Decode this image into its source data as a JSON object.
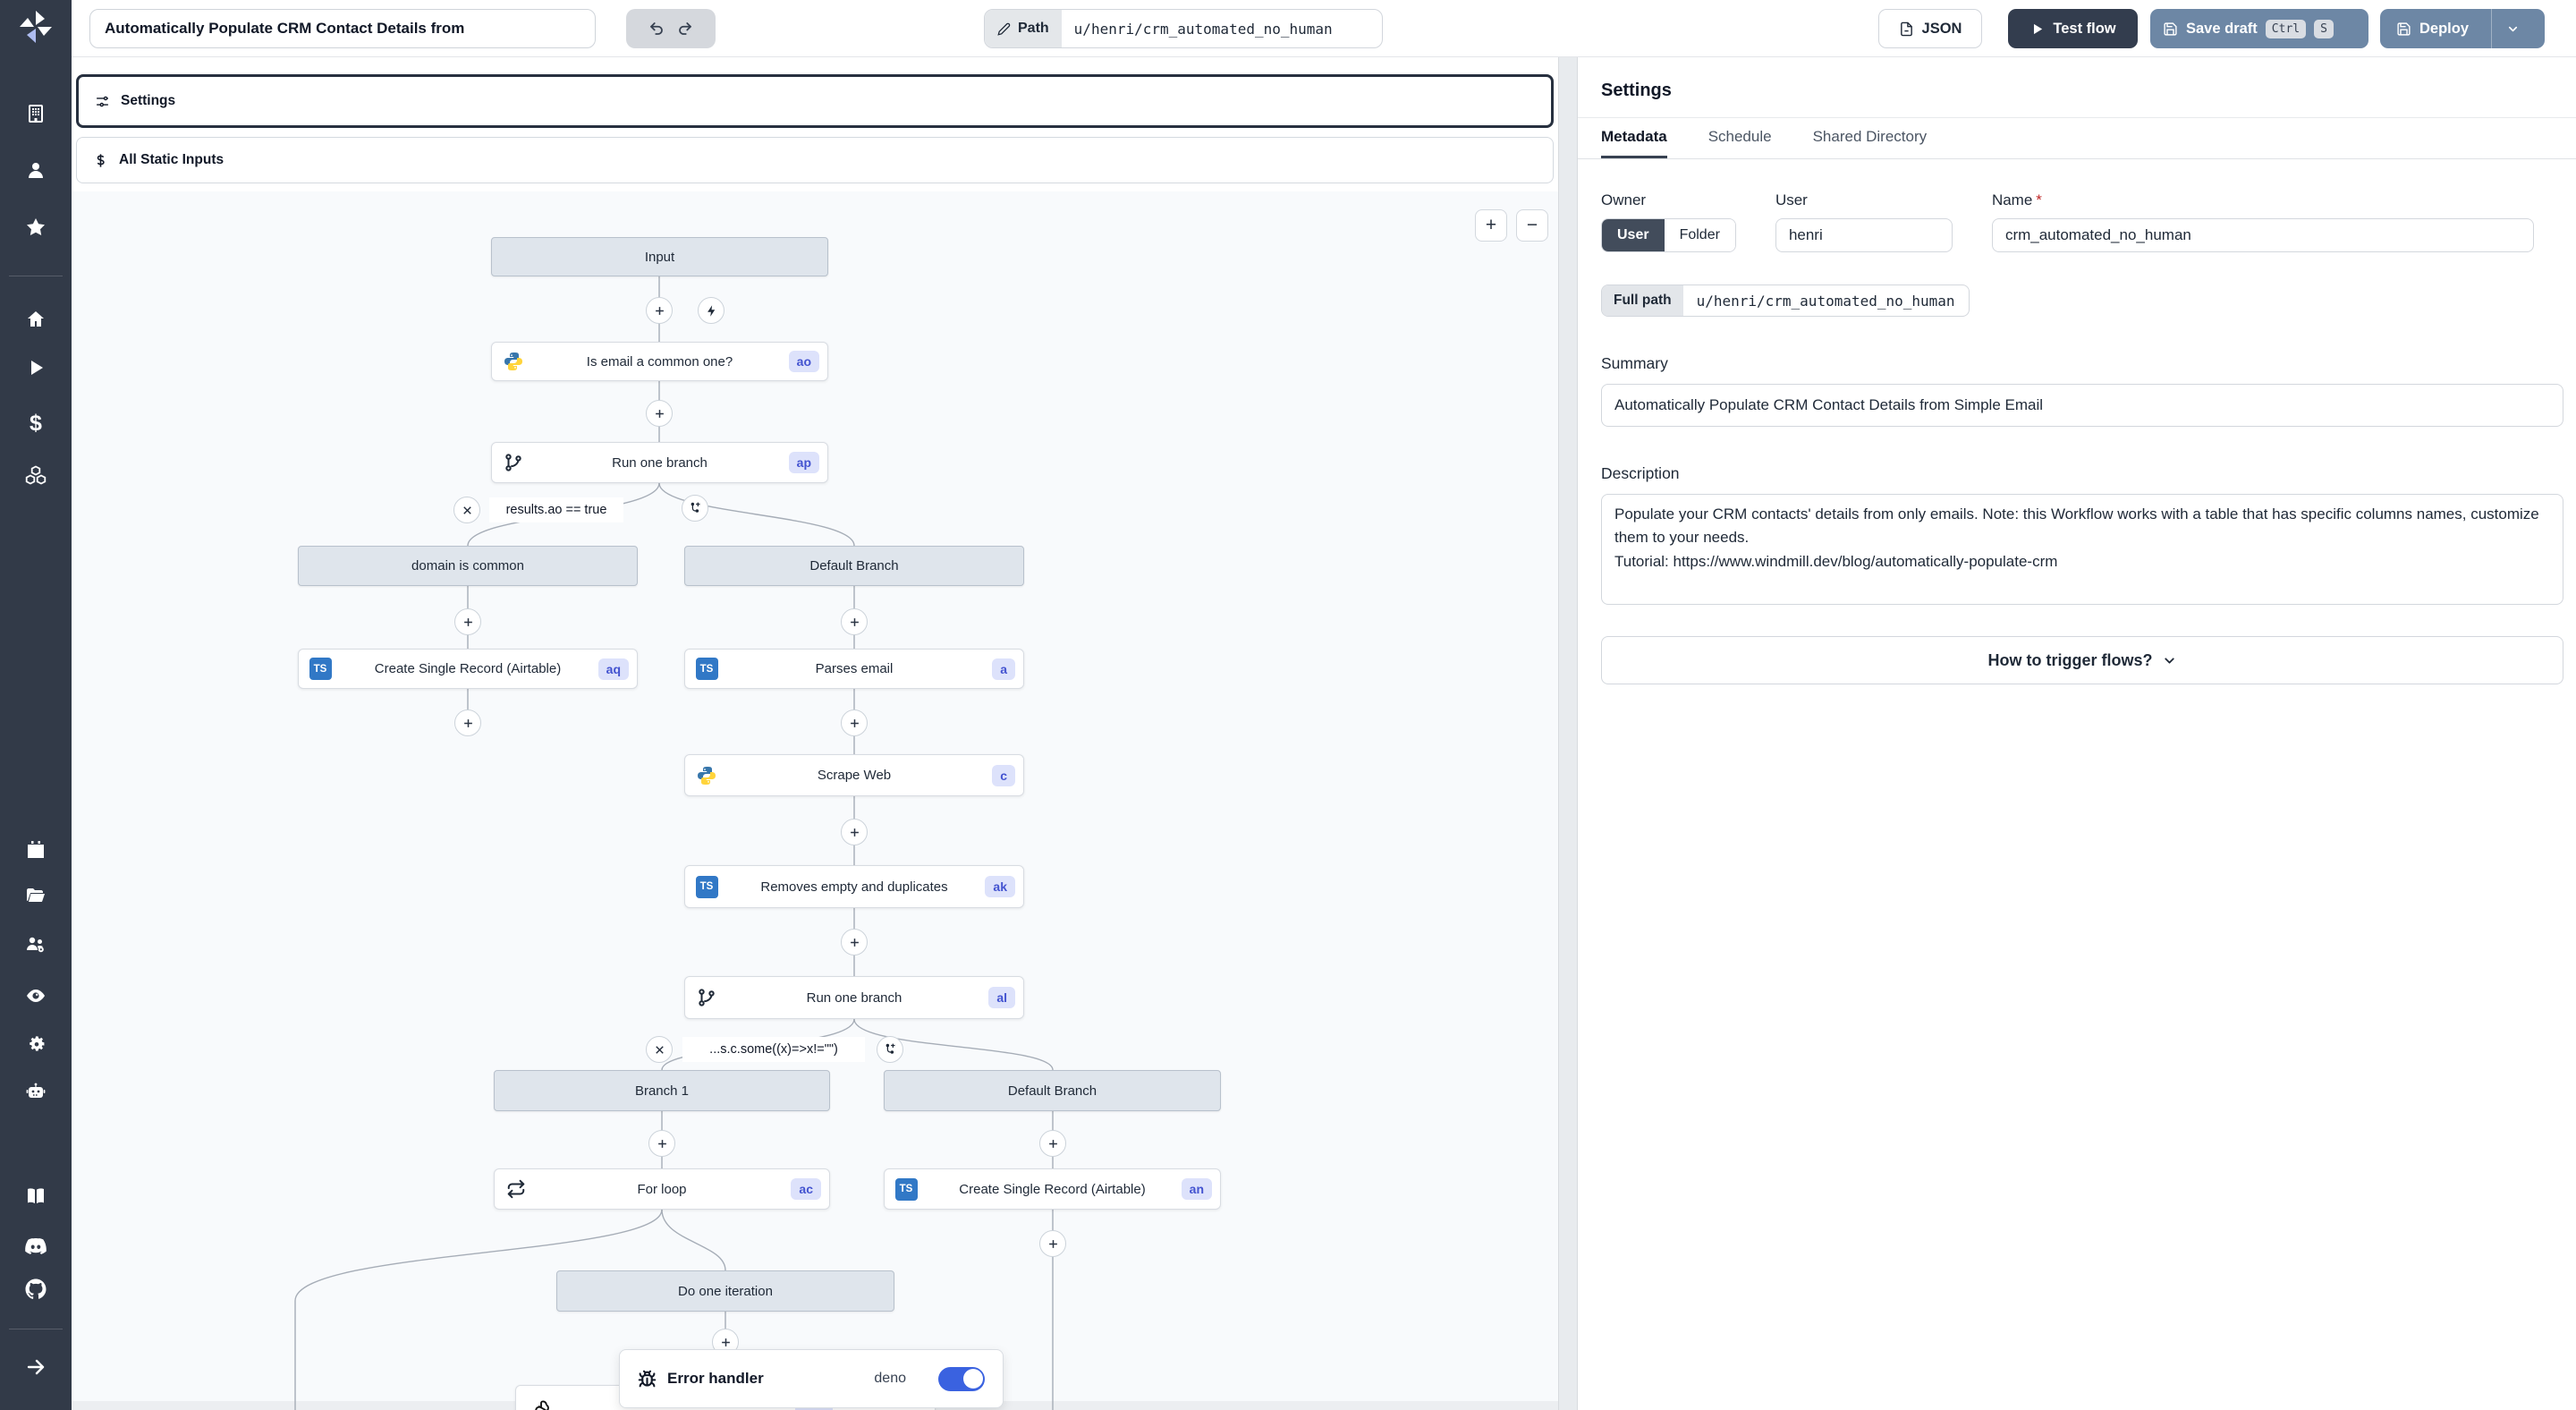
{
  "header": {
    "flow_title": "Automatically Populate CRM Contact Details from",
    "path_label": "Path",
    "path_value": "u/henri/crm_automated_no_human",
    "json_button": "JSON",
    "test_flow_button": "Test flow",
    "save_draft_button": "Save draft",
    "save_shortcut": [
      "Ctrl",
      "S"
    ],
    "deploy_button": "Deploy"
  },
  "sidebar": {
    "icons": [
      "windmill-logo",
      "building",
      "user",
      "star",
      "home",
      "runs-play",
      "variables-dollar",
      "resources-cubes",
      "schedules-calendar",
      "folders",
      "groups-gear",
      "audit-eye",
      "settings-gear",
      "ai-robot",
      "docs-book",
      "discord",
      "github",
      "expand-arrow"
    ]
  },
  "bars": {
    "settings_label": "Settings",
    "static_inputs_label": "All Static Inputs"
  },
  "flow": {
    "zoom_in": "+",
    "zoom_out": "−",
    "nodes": [
      {
        "label": "Input",
        "kind": "gray",
        "icon": null,
        "badge": null
      },
      {
        "label": "Is email a common one?",
        "kind": "white",
        "icon": "python",
        "badge": "ao"
      },
      {
        "label": "Run one branch",
        "kind": "white",
        "icon": "git-branch",
        "badge": "ap"
      },
      {
        "label": "domain is common",
        "kind": "gray",
        "icon": null,
        "badge": null
      },
      {
        "label": "Default Branch",
        "kind": "gray",
        "icon": null,
        "badge": null
      },
      {
        "label": "Create Single Record (Airtable)",
        "kind": "white",
        "icon": "typescript",
        "badge": "aq"
      },
      {
        "label": "Parses email",
        "kind": "white",
        "icon": "typescript",
        "badge": "a"
      },
      {
        "label": "Scrape Web",
        "kind": "white",
        "icon": "python",
        "badge": "c"
      },
      {
        "label": "Removes empty and duplicates",
        "kind": "white",
        "icon": "typescript",
        "badge": "ak"
      },
      {
        "label": "Run one branch",
        "kind": "white",
        "icon": "git-branch",
        "badge": "al"
      },
      {
        "label": "Branch 1",
        "kind": "gray",
        "icon": null,
        "badge": null
      },
      {
        "label": "Default Branch",
        "kind": "gray",
        "icon": null,
        "badge": null
      },
      {
        "label": "For loop",
        "kind": "white",
        "icon": "repeat",
        "badge": "ac"
      },
      {
        "label": "Create Single Record (Airtable)",
        "kind": "white",
        "icon": "typescript",
        "badge": "an"
      },
      {
        "label": "Do one iteration",
        "kind": "gray",
        "icon": null,
        "badge": null
      }
    ],
    "conditions": [
      {
        "text": "results.ao == true"
      },
      {
        "text": "...s.c.some((x)=>x!=\"\")"
      }
    ],
    "error_handler": {
      "label": "Error handler",
      "language": "deno",
      "enabled": true
    },
    "hidden_node_icon": "openai"
  },
  "panel": {
    "title": "Settings",
    "tabs": [
      "Metadata",
      "Schedule",
      "Shared Directory"
    ],
    "active_tab": "Metadata",
    "owner_label": "Owner",
    "owner_options": [
      "User",
      "Folder"
    ],
    "owner_selected": "User",
    "user_label": "User",
    "user_value": "henri",
    "name_label": "Name",
    "name_required": "*",
    "name_value": "crm_automated_no_human",
    "full_path_label": "Full path",
    "full_path_value": "u/henri/crm_automated_no_human",
    "summary_label": "Summary",
    "summary_value": "Automatically Populate CRM Contact Details from Simple Email",
    "description_label": "Description",
    "description_value": "Populate your CRM contacts' details from only emails. Note: this Workflow works with a table that has specific columns names, customize them to your needs.\nTutorial: https://www.windmill.dev/blog/automatically-populate-crm",
    "trigger_button": "How to trigger flows?"
  },
  "colors": {
    "sidebar_bg": "#323a48",
    "accent_steel_blue": "#6d87a5",
    "dark_button": "#333d4e",
    "toggle_blue": "#3a62e0",
    "badge_bg": "#dde2fb",
    "badge_text": "#4353d0",
    "typescript_blue": "#3178c6",
    "gray_node_bg": "#dfe5ec",
    "canvas_bg": "#f8fafc"
  }
}
